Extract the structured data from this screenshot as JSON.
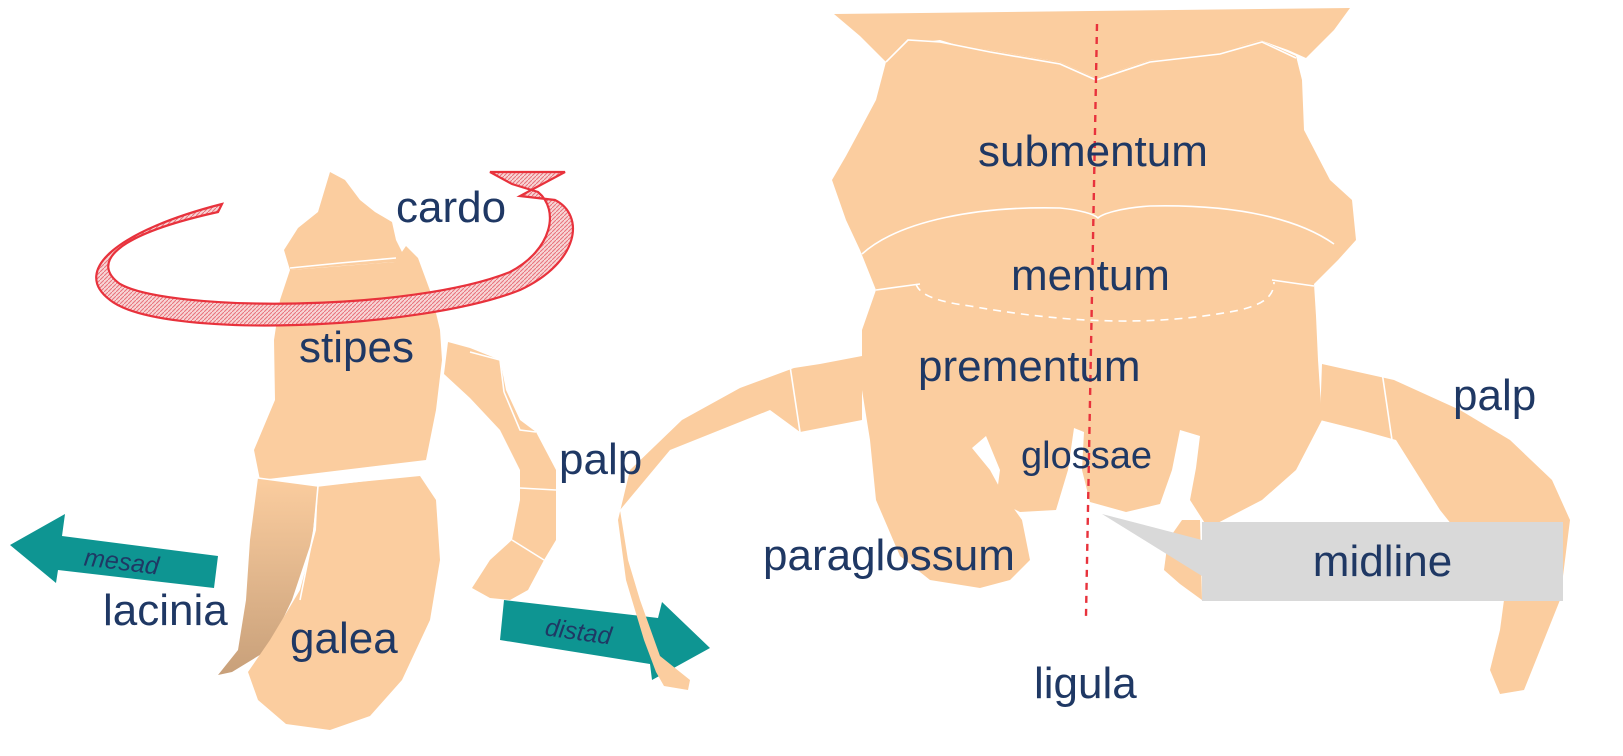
{
  "labels": {
    "cardo": "cardo",
    "stipes": "stipes",
    "palp_left": "palp",
    "lacinia": "lacinia",
    "galea": "galea",
    "submentum": "submentum",
    "mentum": "mentum",
    "prementum": "prementum",
    "glossae": "glossae",
    "paraglossum": "paraglossum",
    "palp_right": "palp",
    "ligula": "ligula",
    "midline": "midline"
  },
  "arrows": {
    "mesad": "mesad",
    "distad": "distad"
  },
  "colors": {
    "body": "#fbcd9f",
    "label_text": "#1f3864",
    "arrow_teal": "#0e9592",
    "rotation_arrow": "#e8323c",
    "midline_dash": "#e8323c",
    "callout_fill": "#d9d9d9"
  }
}
